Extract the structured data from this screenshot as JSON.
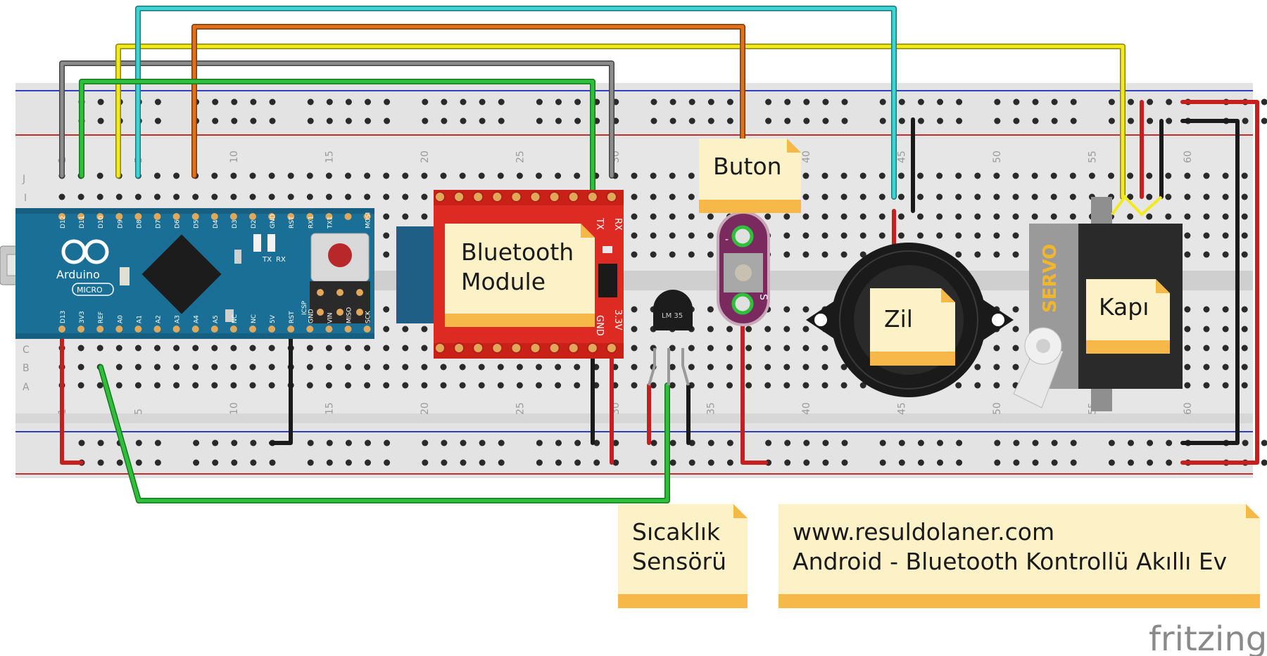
{
  "board": {
    "name": "Arduino",
    "variant": "MICRO",
    "pins_top": [
      "D12",
      "D11",
      "D10",
      "D9",
      "D8",
      "D7",
      "D6",
      "D5",
      "D4",
      "D3",
      "D2",
      "GND",
      "RST",
      "RX1",
      "TX1",
      "",
      "MOSI"
    ],
    "pins_bottom": [
      "D13",
      "3V3",
      "REF",
      "A0",
      "A1",
      "A2",
      "A3",
      "A4",
      "A5",
      "NC",
      "NC",
      "5V",
      "RST",
      "GND",
      "VIN",
      "MISO",
      "SCK"
    ],
    "led_tx": "TX",
    "led_rx": "RX",
    "icsp": "ICSP"
  },
  "breadboard": {
    "row_letters_top": [
      "J",
      "I"
    ],
    "row_letters_bottom": [
      "C",
      "B",
      "A"
    ],
    "column_numbers": [
      "1",
      "5",
      "10",
      "15",
      "20",
      "25",
      "30",
      "35",
      "40",
      "45",
      "50",
      "55",
      "60"
    ]
  },
  "bt_module": {
    "pins_top": [
      "TX",
      "RX"
    ],
    "pins_bottom": [
      "GND",
      "3.3V"
    ]
  },
  "sensor": {
    "label": "LM 35"
  },
  "button_part": {
    "pin_minus": "-",
    "pin_s": "S"
  },
  "servo": {
    "brand": "SERVO"
  },
  "notes": {
    "bluetooth": [
      "Bluetooth",
      "Module"
    ],
    "buton": "Buton",
    "zil": "Zil",
    "kapi": "Kapı",
    "sicaklik": [
      "Sıcaklık",
      "Sensörü"
    ],
    "website": "www.resuldolaner.com",
    "title": "Android - Bluetooth Kontrollü Akıllı Ev"
  },
  "logo": "fritzing",
  "colors": {
    "wire_cyan": "#3fd3d3",
    "wire_orange": "#e0701a",
    "wire_yellow": "#f2ea1c",
    "wire_gray": "#8c8c8c",
    "wire_green": "#2fbf3a",
    "wire_red": "#c81e1e",
    "wire_black": "#1a1a1a",
    "note_fill": "#fdf1c8",
    "note_bottom": "#f7b84a",
    "arduino_blue": "#1a6f96",
    "bt_red": "#dd2b23",
    "button_purple": "#7a2a5f"
  }
}
